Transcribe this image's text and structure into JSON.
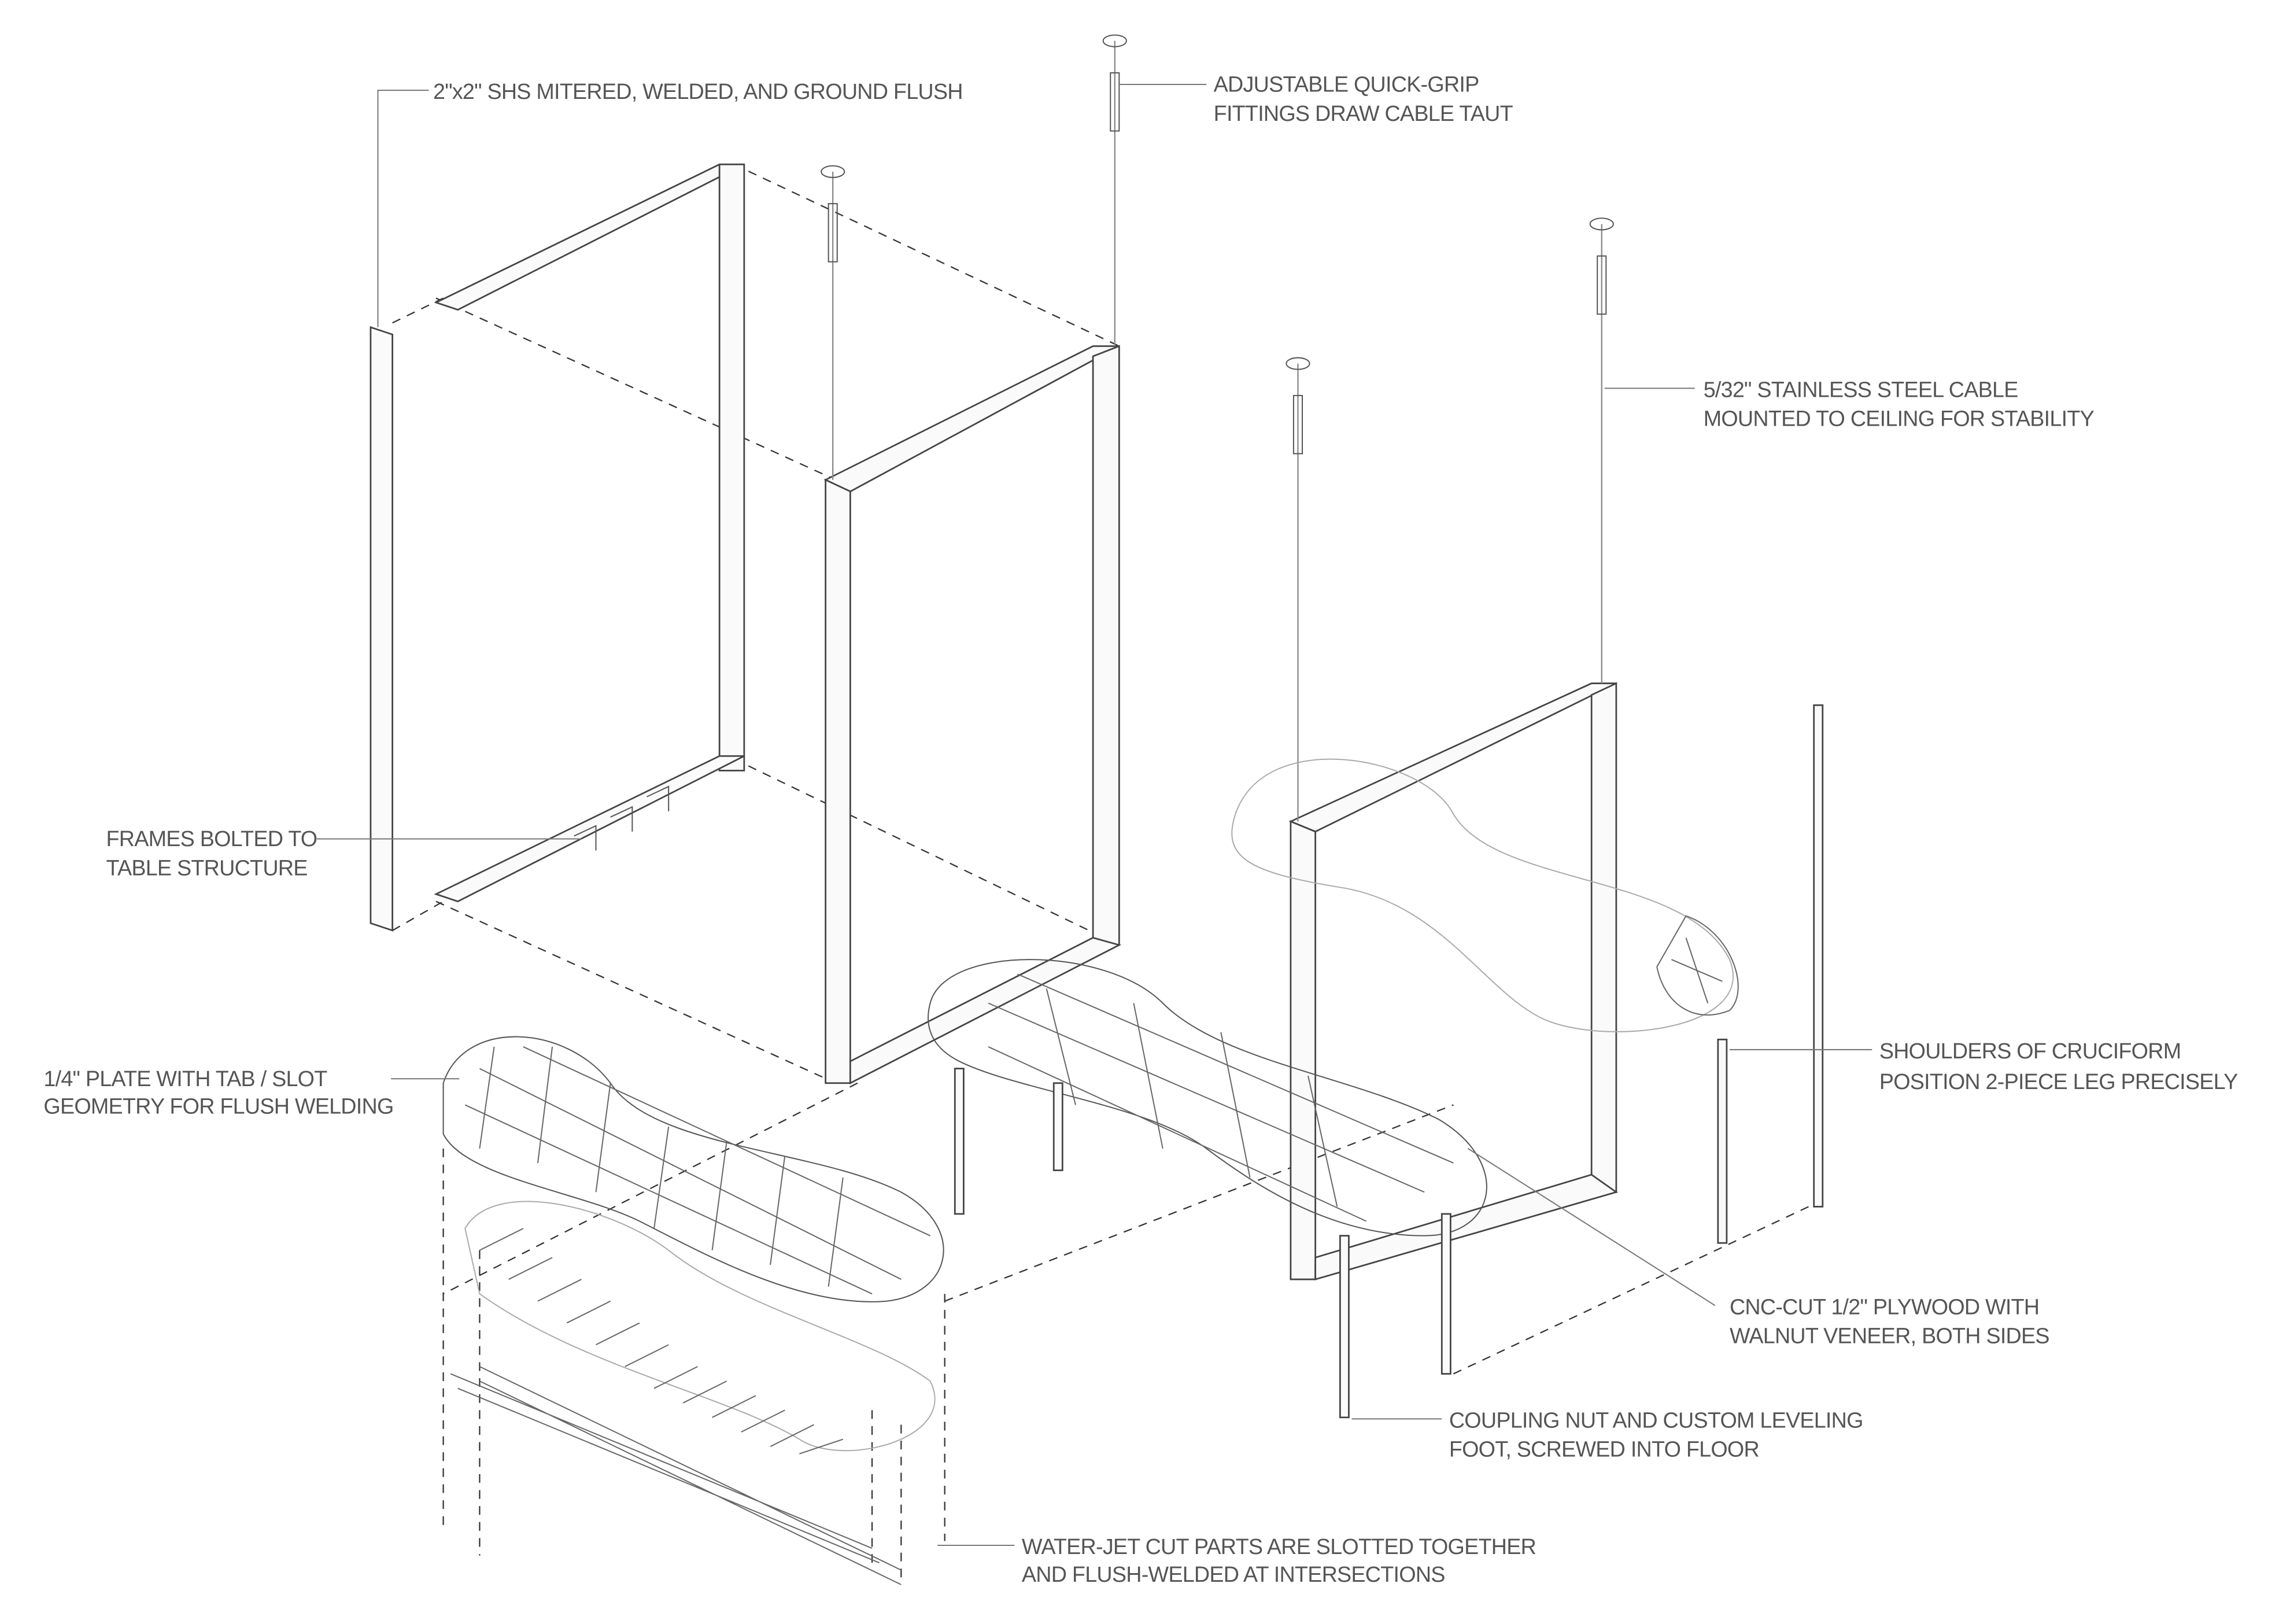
{
  "title": "Exploded axonometric of steel frame table assembly",
  "colors": {
    "line": "#444444",
    "text": "#555555",
    "background": "#ffffff"
  },
  "annotations": [
    {
      "id": "shs",
      "lines": [
        "2\"x2\" SHS MITERED, WELDED, AND GROUND FLUSH"
      ]
    },
    {
      "id": "quick-grip",
      "lines": [
        "ADJUSTABLE QUICK-GRIP",
        "FITTINGS DRAW CABLE TAUT"
      ]
    },
    {
      "id": "cable",
      "lines": [
        "5/32\" STAINLESS STEEL CABLE",
        "MOUNTED TO CEILING FOR STABILITY"
      ]
    },
    {
      "id": "frames-bolted",
      "lines": [
        "FRAMES BOLTED TO",
        "TABLE STRUCTURE"
      ]
    },
    {
      "id": "plate",
      "lines": [
        "1/4\" PLATE WITH TAB / SLOT",
        "GEOMETRY FOR FLUSH WELDING"
      ]
    },
    {
      "id": "cruciform",
      "lines": [
        "SHOULDERS OF CRUCIFORM",
        "POSITION 2-PIECE LEG PRECISELY"
      ]
    },
    {
      "id": "plywood",
      "lines": [
        "CNC-CUT 1/2\" PLYWOOD WITH",
        "WALNUT VENEER, BOTH SIDES"
      ]
    },
    {
      "id": "coupling",
      "lines": [
        "COUPLING NUT AND CUSTOM LEVELING",
        "FOOT, SCREWED INTO FLOOR"
      ]
    },
    {
      "id": "water-jet",
      "lines": [
        "WATER-JET CUT PARTS ARE SLOTTED TOGETHER",
        "AND FLUSH-WELDED AT INTERSECTIONS"
      ]
    }
  ]
}
